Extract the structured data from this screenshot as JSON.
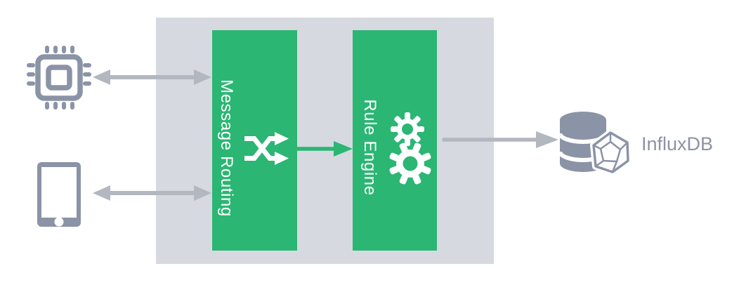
{
  "theme": {
    "green": "#2bb673",
    "container-gray": "#d6d9e0",
    "slate": "#8b93a6",
    "arrow-gray": "#b3b7c0",
    "arrow-gray-dark": "#a9aeb8"
  },
  "nodes": {
    "chip_device": {
      "icon": "cpu-chip-icon"
    },
    "tablet_device": {
      "icon": "tablet-device-icon"
    },
    "message_routing": {
      "label": "Message Routing",
      "icon": "shuffle-routing-icon"
    },
    "rule_engine": {
      "label": "Rule Engine",
      "icon": "gears-icon"
    },
    "influxdb": {
      "label": "InfluxDB",
      "icon": "database-icon"
    }
  },
  "arrows": [
    {
      "name": "chip-to-message-routing",
      "type": "bidirectional"
    },
    {
      "name": "tablet-to-message-routing",
      "type": "bidirectional"
    },
    {
      "name": "message-routing-to-rule-engine",
      "type": "single"
    },
    {
      "name": "rule-engine-to-influxdb",
      "type": "single"
    }
  ]
}
